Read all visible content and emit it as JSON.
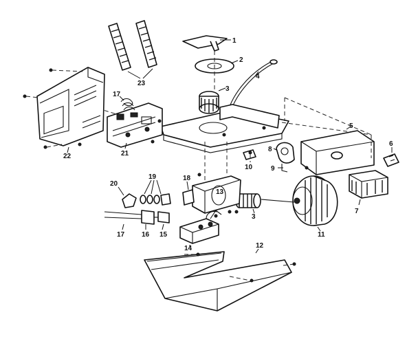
{
  "callouts": [
    {
      "id": "c1",
      "text": "1"
    },
    {
      "id": "c2",
      "text": "2"
    },
    {
      "id": "c3a",
      "text": "3"
    },
    {
      "id": "c3b",
      "text": "3"
    },
    {
      "id": "c4",
      "text": "4"
    },
    {
      "id": "c5",
      "text": "5"
    },
    {
      "id": "c6",
      "text": "6"
    },
    {
      "id": "c7",
      "text": "7"
    },
    {
      "id": "c8",
      "text": "8"
    },
    {
      "id": "c9",
      "text": "9"
    },
    {
      "id": "c10",
      "text": "10"
    },
    {
      "id": "c11",
      "text": "11"
    },
    {
      "id": "c12",
      "text": "12"
    },
    {
      "id": "c13",
      "text": "13"
    },
    {
      "id": "c14",
      "text": "14"
    },
    {
      "id": "c15",
      "text": "15"
    },
    {
      "id": "c16",
      "text": "16"
    },
    {
      "id": "c17a",
      "text": "17"
    },
    {
      "id": "c17b",
      "text": "17"
    },
    {
      "id": "c18",
      "text": "18"
    },
    {
      "id": "c19",
      "text": "19"
    },
    {
      "id": "c20",
      "text": "20"
    },
    {
      "id": "c21",
      "text": "21"
    },
    {
      "id": "c22",
      "text": "22"
    },
    {
      "id": "c23",
      "text": "23"
    }
  ]
}
